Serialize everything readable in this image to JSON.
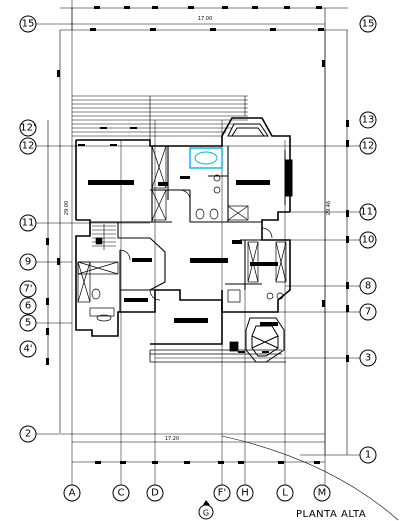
{
  "plan_title": "PLANTA ALTA",
  "dimensions": {
    "top_width": "17.00",
    "bottom_width": "17.20",
    "left_height": "29.00",
    "right_height": "29.46"
  },
  "grid": {
    "right_axes": [
      "15",
      "13",
      "12",
      "11'",
      "10",
      "8",
      "7",
      "3",
      "1"
    ],
    "left_axes": [
      "15",
      "12'",
      "12",
      "11",
      "9",
      "7'",
      "6",
      "5",
      "4'",
      "2"
    ],
    "bottom_axes": [
      "A",
      "C",
      "D",
      "F'",
      "H",
      "L",
      "M"
    ]
  },
  "north_marker": "G"
}
